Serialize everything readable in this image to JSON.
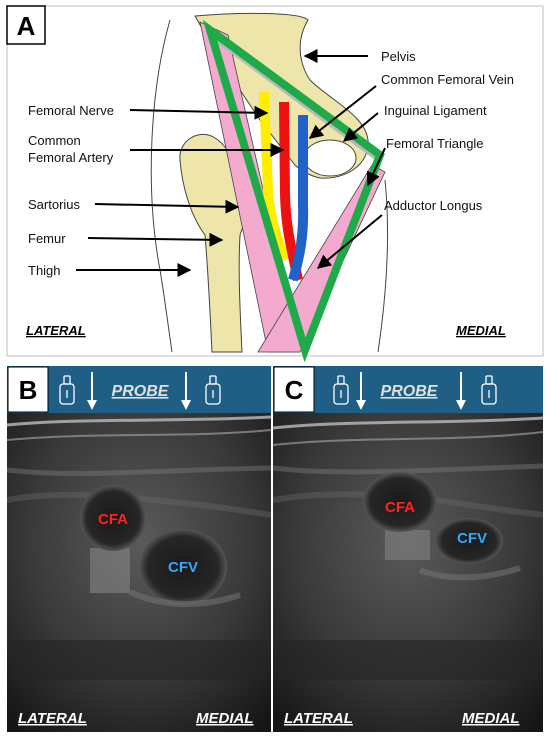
{
  "panel_a": {
    "letter": "A",
    "labels": {
      "pelvis": "Pelvis",
      "cfv": "Common Femoral Vein",
      "inguinal_ligament": "Inguinal Ligament",
      "femoral_triangle": "Femoral Triangle",
      "adductor_longus": "Adductor Longus",
      "femoral_nerve": "Femoral Nerve",
      "cfa_line1": "Common",
      "cfa_line2": "Femoral Artery",
      "sartorius": "Sartorius",
      "femur": "Femur",
      "thigh": "Thigh",
      "lateral": "LATERAL",
      "medial": "MEDIAL"
    }
  },
  "panel_b": {
    "letter": "B",
    "probe_label": "PROBE",
    "cfa": "CFA",
    "cfv": "CFV",
    "lateral": "LATERAL",
    "medial": "MEDIAL"
  },
  "panel_c": {
    "letter": "C",
    "probe_label": "PROBE",
    "cfa": "CFA",
    "cfv": "CFV",
    "lateral": "LATERAL",
    "medial": "MEDIAL"
  },
  "colors": {
    "bone": "#ede5a9",
    "triangle_border": "#1faa4a",
    "sartorius_pink": "#f4a9cf",
    "nerve": "#ffee00",
    "artery": "#ee1111",
    "vein": "#1f63c8",
    "probe_bar": "#1f5f86",
    "cfa_text": "#ff2222",
    "cfv_text": "#33aaff"
  }
}
